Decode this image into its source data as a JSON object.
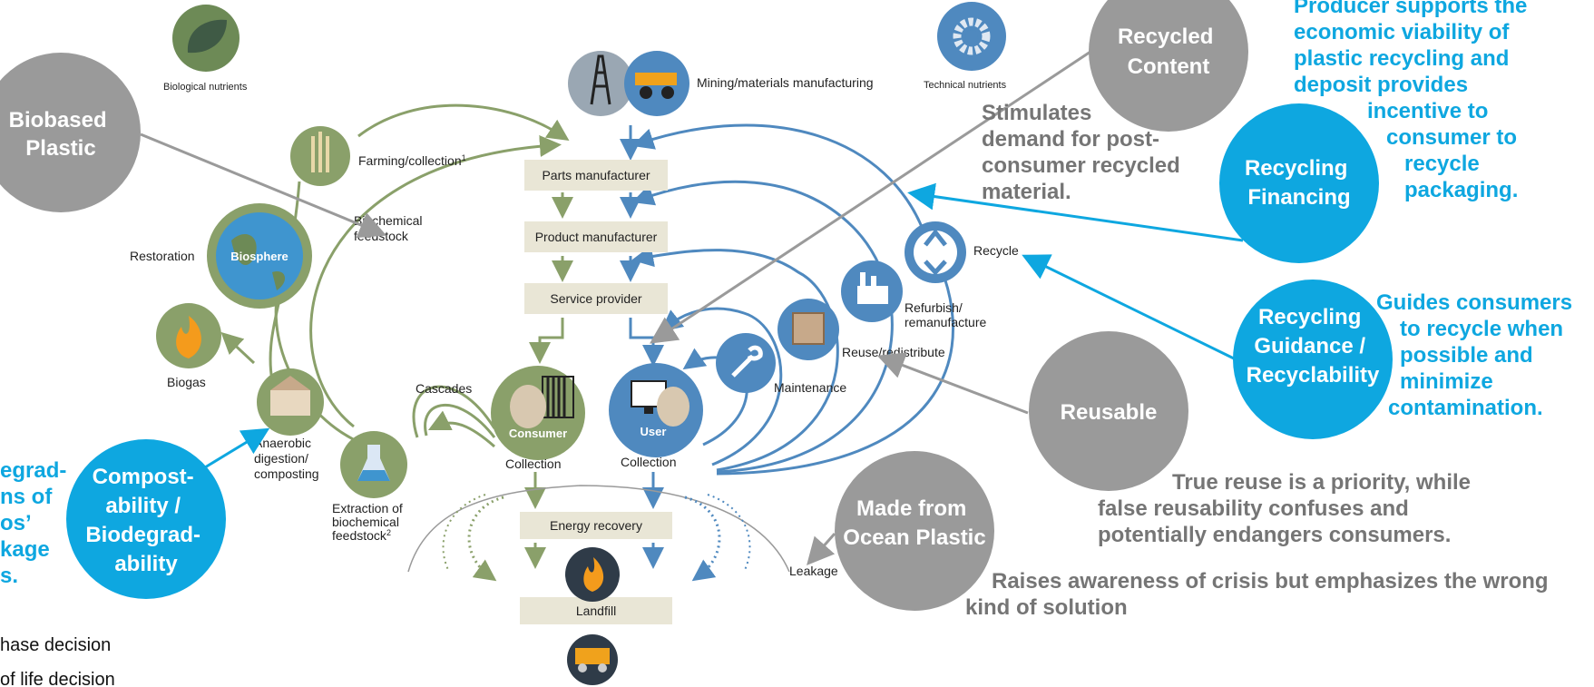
{
  "nutrients": {
    "biological": "Biological nutrients",
    "technical": "Technical nutrients"
  },
  "flow": {
    "mining": "Mining/materials manufacturing",
    "parts": "Parts manufacturer",
    "product": "Product manufacturer",
    "service": "Service provider",
    "energy": "Energy recovery",
    "landfill": "Landfill",
    "consumer": "Consumer",
    "user": "User",
    "collection_left": "Collection",
    "collection_right": "Collection",
    "cascades": "Cascades",
    "leakage": "Leakage"
  },
  "bio": {
    "farming": "Farming/collection",
    "farming_sup": "1",
    "biochem_1": "Biochemical",
    "biochem_2": "feedstock",
    "restoration": "Restoration",
    "biosphere": "Biosphere",
    "biogas": "Biogas",
    "anaerobic_1": "Anaerobic",
    "anaerobic_2": "digestion/",
    "anaerobic_3": "composting",
    "extraction_1": "Extraction of",
    "extraction_2": "biochemical",
    "extraction_3": "feedstock",
    "extraction_sup": "2"
  },
  "tech": {
    "recycle": "Recycle",
    "refurbish_1": "Refurbish/",
    "refurbish_2": "remanufacture",
    "reuse": "Reuse/redistribute",
    "maintenance": "Maintenance"
  },
  "callouts": {
    "biobased": [
      "Biobased",
      "Plastic"
    ],
    "recycled_content": [
      "Recycled",
      "Content"
    ],
    "recycling_financing": [
      "Recycling",
      "Financing"
    ],
    "recycling_guidance": [
      "Recycling",
      "Guidance /",
      "Recyclability"
    ],
    "reusable": [
      "Reusable"
    ],
    "ocean_plastic": [
      "Made from",
      "Ocean Plastic"
    ],
    "compostability": [
      "Compost-",
      "ability /",
      "Biodegrad-",
      "ability"
    ]
  },
  "notes": {
    "recycled_content": [
      "Stimulates",
      "demand for post-",
      "consumer recycled",
      "material."
    ],
    "financing": [
      "Producer supports the",
      "economic viability of",
      "plastic recycling and",
      "deposit provides",
      "incentive to",
      "consumer to",
      "recycle",
      "packaging."
    ],
    "guidance": [
      "Guides consumers",
      "to recycle when",
      "possible and",
      "minimize",
      "contamination."
    ],
    "reusable": [
      "True reuse is a priority, while",
      "false reusability confuses and",
      "potentially endangers consumers."
    ],
    "ocean": [
      "Raises awareness of crisis but emphasizes the wrong",
      "kind of solution"
    ],
    "compost_cut": [
      "egrad-",
      "ns of",
      "os’",
      "kage",
      "s."
    ]
  },
  "legend": {
    "purchase": "hase decision",
    "endoflife": "of life decision"
  },
  "colors": {
    "green": "#8aa06a",
    "blue": "#4f89bf",
    "gray_callout": "#9a9a9a",
    "blue_callout": "#0ea7e0",
    "text_gray": "#757575"
  }
}
